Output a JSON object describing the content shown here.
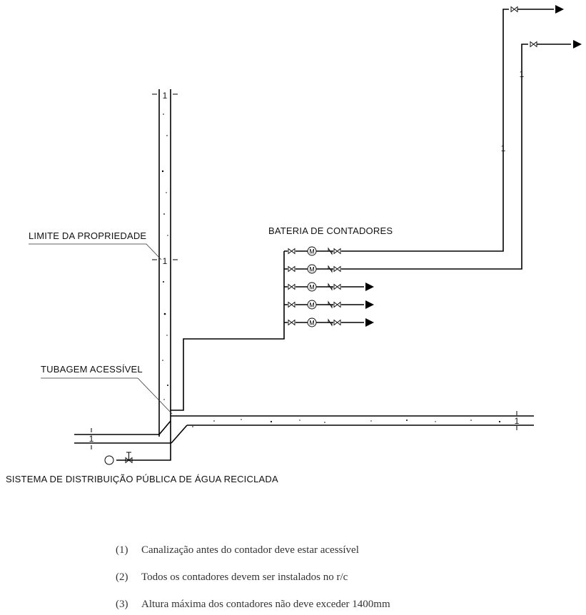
{
  "labels": {
    "property_limit": "LIMITE DA PROPRIEDADE",
    "meter_bank": "BATERIA DE CONTADORES",
    "accessible_pipe": "TUBAGEM ACESSÍVEL",
    "public_system": "SISTEMA DE DISTRIBUIÇÃO PÚBLICA DE ÁGUA RECICLADA"
  },
  "section_marks": [
    "1",
    "1",
    "1",
    "1",
    "1",
    "1"
  ],
  "meter_symbol": "M",
  "notes": [
    {
      "num": "(1)",
      "text": "Canalização antes do contador deve estar acessível"
    },
    {
      "num": "(2)",
      "text": "Todos os contadores devem ser instalados no r/c"
    },
    {
      "num": "(3)",
      "text": "Altura máxima dos contadores não deve exceder 1400mm"
    }
  ]
}
